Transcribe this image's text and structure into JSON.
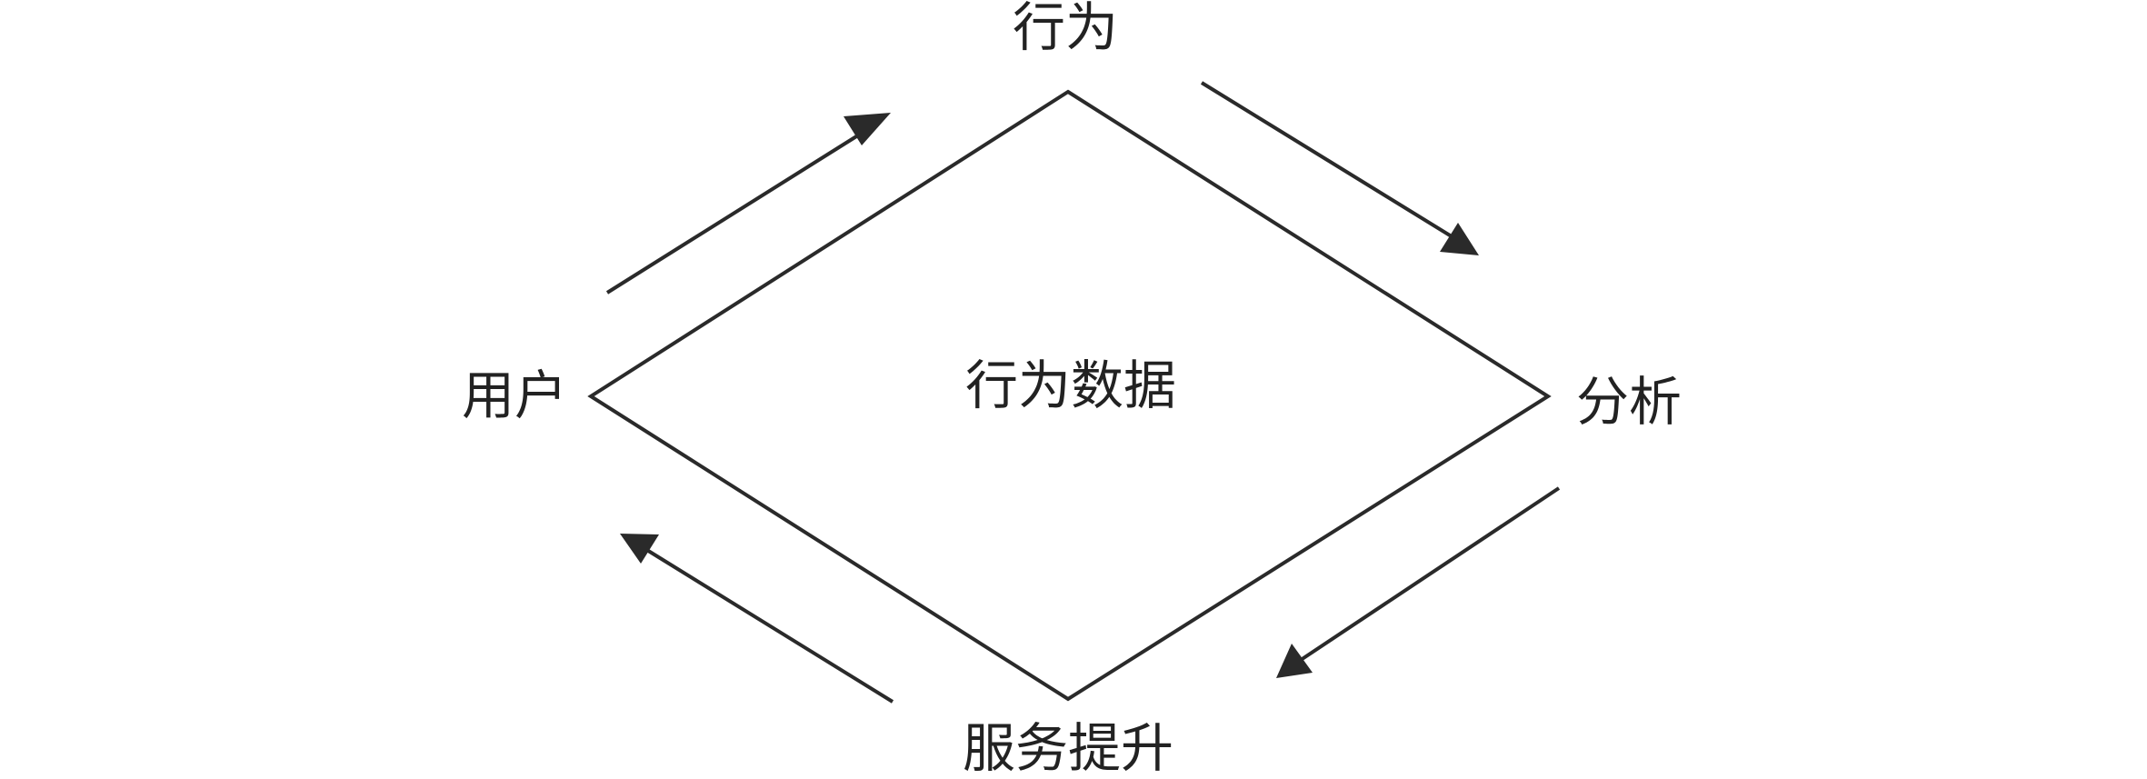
{
  "diagram": {
    "type": "cycle",
    "center_label": "行为数据",
    "nodes": {
      "top": "行为",
      "right": "分析",
      "bottom": "服务提升",
      "left": "用户"
    },
    "flow": [
      "用户",
      "行为",
      "分析",
      "服务提升",
      "用户"
    ]
  }
}
